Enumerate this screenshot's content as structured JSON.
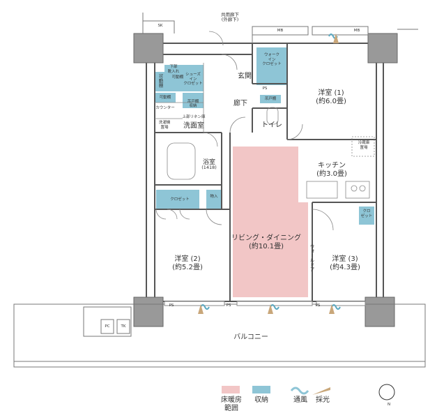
{
  "corridor": {
    "line1": "共用廊下",
    "line2": "(外廊下)"
  },
  "markers": {
    "sk": "SK",
    "mb": "MB",
    "ps": "PS",
    "pc": "PC",
    "tk": "TK"
  },
  "rooms": {
    "entrance": "玄関",
    "hallway": "廊下",
    "toilet": "トイレ",
    "washroom": "洗面室",
    "bath": {
      "name": "浴室",
      "size": "(1418)"
    },
    "kitchen": {
      "name": "キッチン",
      "size": "(約3.0畳)"
    },
    "living": {
      "name": "リビング・ダイニング",
      "size": "(約10.1畳)"
    },
    "western1": {
      "name": "洋室 (1)",
      "size": "(約6.0畳)"
    },
    "western2": {
      "name": "洋室 (2)",
      "size": "(約5.2畳)"
    },
    "western3": {
      "name": "洋室 (3)",
      "size": "(約4.3畳)"
    },
    "balcony": "バルコニー"
  },
  "storage": {
    "walk_in": "ウォーク\nイン\nクロゼット",
    "shoes_in": "シューズ\nイン\nクロゼット",
    "movable_shelf": "可動棚",
    "shoe_box": "下部\n靴入れ",
    "linen": "吊戸棚",
    "washroom_storage": "収納",
    "storage2": "可動棚",
    "counter": "カウンター",
    "washer": "洗濯機\n置場",
    "linen_upper": "上部リネン庫",
    "closet": "クロゼット",
    "storage_mono": "物入",
    "fridge": "冷蔵庫\n置場",
    "kuro": "クロ\nゼット",
    "toilet_shelf": "吊戸棚",
    "tall_shelf": "可動棚"
  },
  "wall_door": "ウォールドア",
  "legend": [
    {
      "label": "床暖房\n範囲",
      "color": "#f2c6c6"
    },
    {
      "label": "収納",
      "color": "#8ec5d6"
    },
    {
      "label": "通風",
      "color": "#8ec5d6"
    },
    {
      "label": "採光",
      "color": "#c9a77a"
    }
  ],
  "compass": "N"
}
